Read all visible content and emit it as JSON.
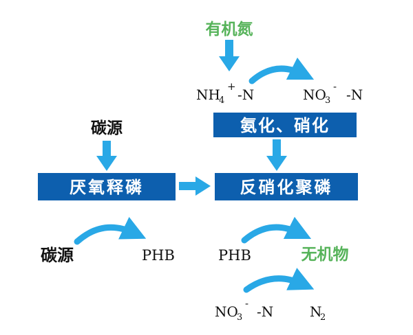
{
  "colors": {
    "box_fill": "#0d5fae",
    "box_text": "#ffffff",
    "arrow": "#29a8e6",
    "green_text": "#56b35a",
    "black_text": "#111111"
  },
  "labels": {
    "organic_nitrogen": "有机氮",
    "carbon_source_top": "碳源",
    "carbon_source_bottom": "碳源",
    "phb_left": "PHB",
    "phb_right": "PHB",
    "inorganic": "无机物",
    "dash_n": "-N",
    "nh4_base": "NH",
    "nh4_sub": "4",
    "nh4_sup": "+",
    "no3_base": "NO",
    "no3_sub": "3",
    "no3_sup": "-",
    "n2_base": "N",
    "n2_sub": "2"
  },
  "boxes": {
    "ammonification": "氨化、硝化",
    "anaerobic": "厌氧释磷",
    "denitrification": "反硝化聚磷"
  }
}
